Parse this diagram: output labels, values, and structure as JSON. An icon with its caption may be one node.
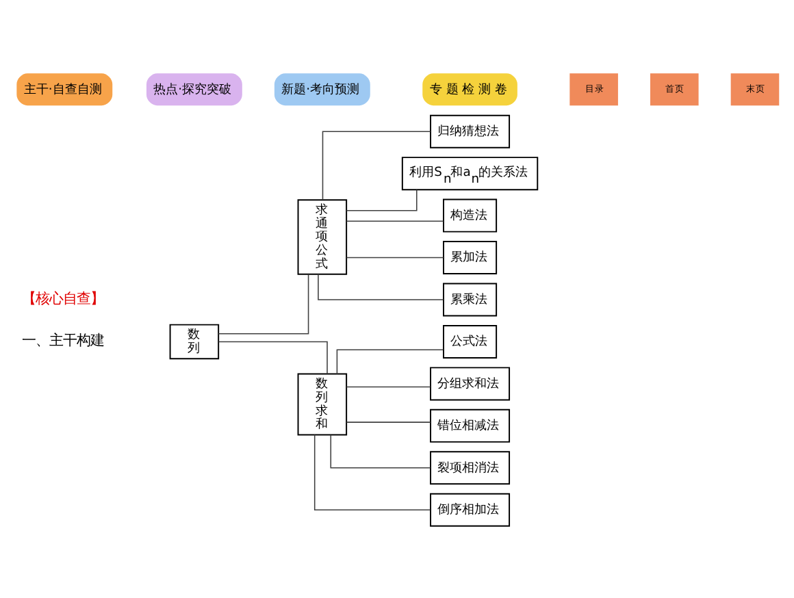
{
  "diagram": {
    "nodes": [
      {
        "text": [
          "数列"
        ]
      },
      {
        "text": [
          "求通项公式"
        ]
      },
      {
        "text": [
          "归纳猜想法"
        ]
      },
      {
        "text": [
          "利用S$_{n}$和a$_{n}$的关系法"
        ]
      },
      {
        "text": [
          "构造法"
        ]
      },
      {
        "text": [
          "累加法"
        ]
      },
      {
        "text": [
          "累乘法"
        ]
      },
      {
        "text": [
          "数列求和"
        ]
      },
      {
        "text": [
          "公式法"
        ]
      },
      {
        "text": [
          "分组求和法"
        ]
      },
      {
        "text": [
          "错位相减法"
        ]
      },
      {
        "text": [
          "裂项相消法"
        ]
      },
      {
        "text": [
          "倒序相加法"
        ]
      }
    ],
    "edges": [
      {
        "from": 0,
        "to": 1,
        "arrow": "none"
      },
      {
        "from": 0,
        "to": 7,
        "arrow": "none"
      },
      {
        "from": 1,
        "to": 2,
        "arrow": "none"
      },
      {
        "from": 1,
        "to": 3,
        "arrow": "none"
      },
      {
        "from": 1,
        "to": 4,
        "arrow": "none"
      },
      {
        "from": 1,
        "to": 5,
        "arrow": "none"
      },
      {
        "from": 1,
        "to": 6,
        "arrow": "none"
      },
      {
        "from": 7,
        "to": 8,
        "arrow": "none"
      },
      {
        "from": 7,
        "to": 9,
        "arrow": "none"
      },
      {
        "from": 7,
        "to": 10,
        "arrow": "none"
      },
      {
        "from": 7,
        "to": 11,
        "arrow": "none"
      },
      {
        "from": 7,
        "to": 12,
        "arrow": "none"
      }
    ],
    "labels": [
      "【核心自查】",
      "一、主干构建",
      "主干·自查自测",
      "热点·探究突破",
      "新题·考向预测",
      "专 题 检 测 卷",
      "目录",
      "首页",
      "末页"
    ]
  }
}
